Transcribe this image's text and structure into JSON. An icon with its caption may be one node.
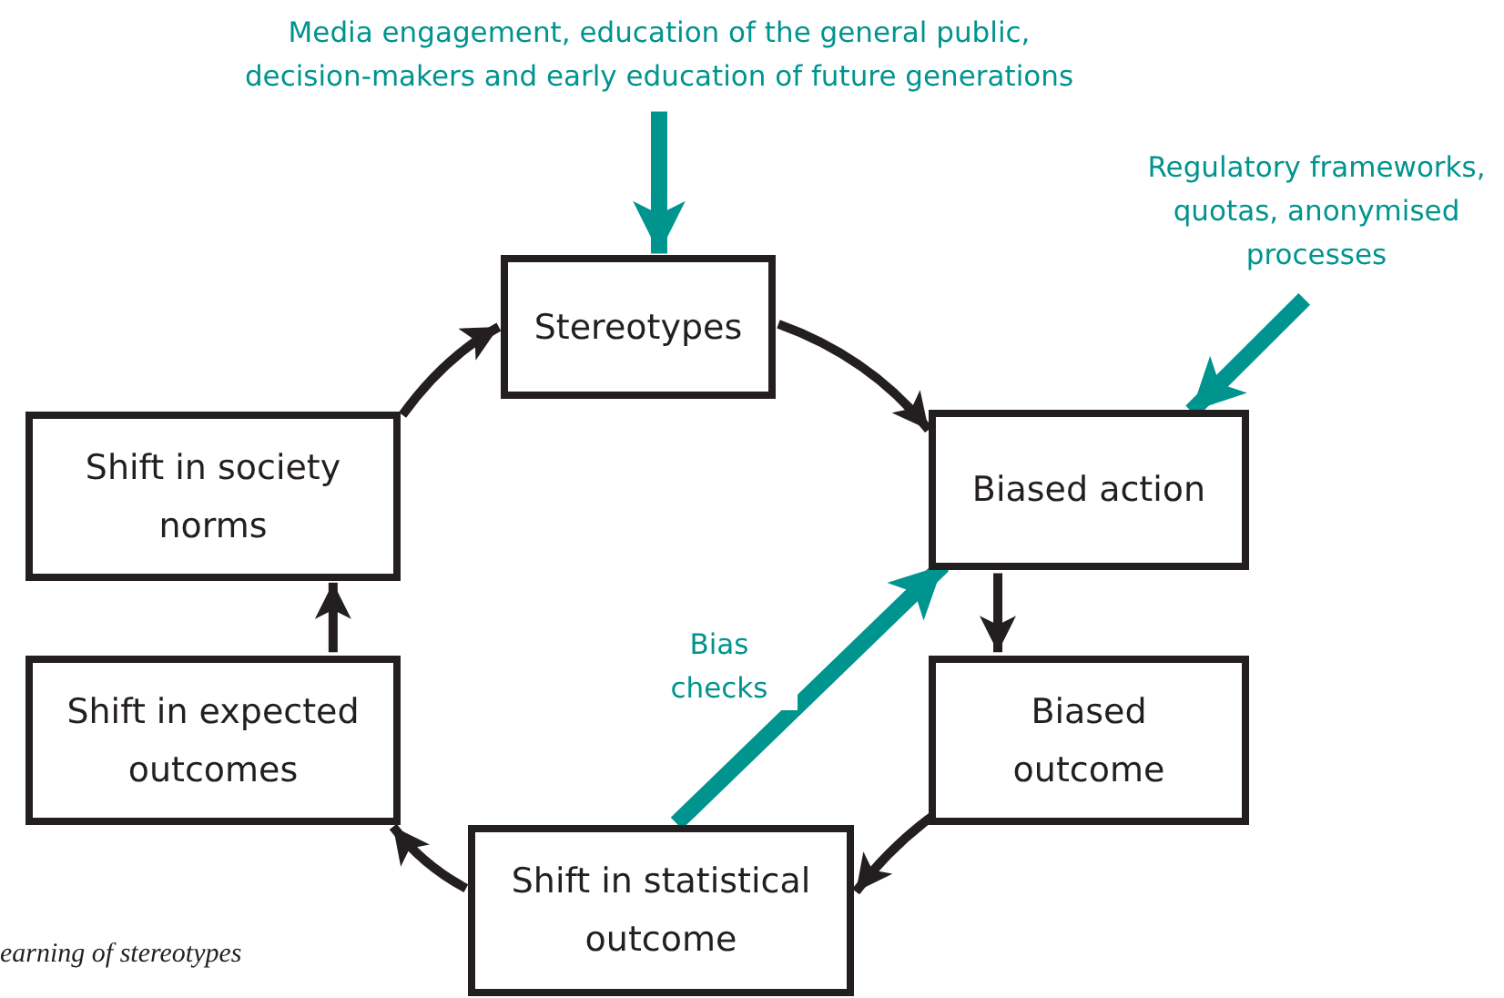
{
  "diagram": {
    "nodes": [
      {
        "text": [
          "Stereotypes"
        ]
      },
      {
        "text": [
          "Biased action"
        ]
      },
      {
        "text": [
          "Biased outcome"
        ]
      },
      {
        "text": [
          "Shift in statistical outcome"
        ]
      },
      {
        "text": [
          "Shift in expected outcomes"
        ]
      },
      {
        "text": [
          "Shift in society norms"
        ]
      },
      {
        "text": [
          "Media engagement, education of the general public, decision-makers and early education of future generations"
        ]
      },
      {
        "text": [
          "Regulatory frameworks, quotas, anonymised processes"
        ]
      }
    ],
    "edges": [
      {
        "from": 0,
        "to": 1,
        "arrow": "to"
      },
      {
        "from": 1,
        "to": 2,
        "arrow": "to"
      },
      {
        "from": 2,
        "to": 3,
        "arrow": "to"
      },
      {
        "from": 3,
        "to": 4,
        "arrow": "to"
      },
      {
        "from": 4,
        "to": 5,
        "arrow": "to"
      },
      {
        "from": 5,
        "to": 0,
        "arrow": "to"
      },
      {
        "from": 6,
        "to": 0,
        "arrow": "to",
        "style": "thick",
        "color": "#00948f"
      },
      {
        "from": 7,
        "to": 1,
        "arrow": "to",
        "style": "thick",
        "color": "#00948f"
      },
      {
        "from": 3,
        "to": 1,
        "arrow": "to",
        "label": "Bias checks",
        "style": "thick",
        "color": "#00948f"
      }
    ],
    "labels": [
      "earning of stereotypes"
    ]
  }
}
